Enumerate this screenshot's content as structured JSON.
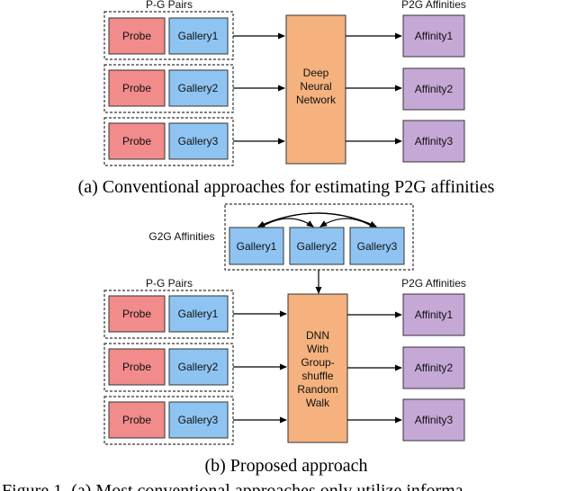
{
  "part_a": {
    "pairs_title": "P-G Pairs",
    "affinities_title": "P2G Affinities",
    "rows": [
      {
        "probe": "Probe",
        "gallery": "Gallery1",
        "affinity": "Affinity1"
      },
      {
        "probe": "Probe",
        "gallery": "Gallery2",
        "affinity": "Affinity2"
      },
      {
        "probe": "Probe",
        "gallery": "Gallery3",
        "affinity": "Affinity3"
      }
    ],
    "network_lines": [
      "Deep",
      "Neural",
      "Network"
    ],
    "caption": "(a) Conventional approaches for estimating P2G affinities"
  },
  "part_b": {
    "g2g_title": "G2G Affinities",
    "g2g_galleries": [
      "Gallery1",
      "Gallery2",
      "Gallery3"
    ],
    "pairs_title": "P-G Pairs",
    "affinities_title": "P2G Affinities",
    "rows": [
      {
        "probe": "Probe",
        "gallery": "Gallery1",
        "affinity": "Affinity1"
      },
      {
        "probe": "Probe",
        "gallery": "Gallery2",
        "affinity": "Affinity2"
      },
      {
        "probe": "Probe",
        "gallery": "Gallery3",
        "affinity": "Affinity3"
      }
    ],
    "network_lines": [
      "DNN",
      "With",
      "Group-",
      "shuffle",
      "Random",
      "Walk"
    ],
    "caption": "(b) Proposed approach"
  },
  "figure_caption": "Figure 1. (a) Most conventional approaches only utilize informa",
  "colors": {
    "probe": "#f28b8b",
    "gallery": "#8fc4f2",
    "network": "#f5b27e",
    "affinity": "#c5a8d6",
    "border": "#333333"
  }
}
